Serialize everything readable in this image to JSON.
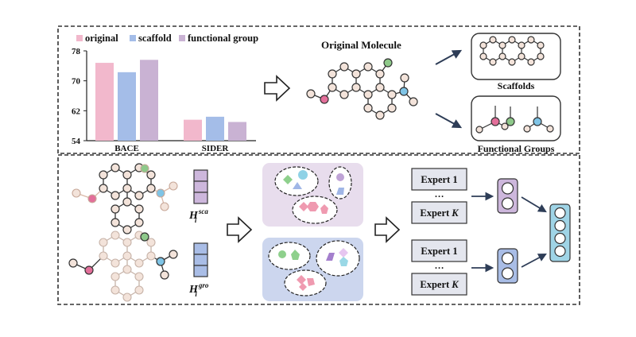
{
  "legend": [
    {
      "label": "original",
      "color": "#f2b8cc"
    },
    {
      "label": "scaffold",
      "color": "#a4bde8"
    },
    {
      "label": "functional group",
      "color": "#c9b2d3"
    }
  ],
  "chart_data": {
    "type": "bar",
    "categories": [
      "BACE",
      "SIDER"
    ],
    "series": [
      {
        "name": "original",
        "values": [
          74.8,
          59.6
        ]
      },
      {
        "name": "scaffold",
        "values": [
          72.3,
          60.4
        ]
      },
      {
        "name": "functional group",
        "values": [
          75.6,
          59.0
        ]
      }
    ],
    "yticks": [
      "78",
      "70",
      "62",
      "54"
    ],
    "ylim": [
      54,
      78
    ],
    "colors": [
      "#f2b8cc",
      "#a4bde8",
      "#c9b2d3"
    ]
  },
  "top": {
    "original_molecule": "Original Molecule",
    "scaffolds": "Scaffolds",
    "functional_groups": "Functional Groups"
  },
  "bottom": {
    "h_sca_base": "H",
    "h_sca_sub": "i",
    "h_sca_sup": "sca",
    "h_gro_base": "H",
    "h_gro_sub": "i",
    "h_gro_sup": "gro",
    "expert_1": "Expert 1",
    "expert_k_prefix": "Expert ",
    "expert_k_var": "K",
    "ellipsis": "…"
  },
  "colors": {
    "atom_pink": "#e36f9a",
    "atom_green": "#8ec98a",
    "atom_blue": "#7fc4e6",
    "atom_fill": "#f3e3da",
    "purple_vec": "#cdb7dc",
    "blue_vec": "#a9bde6",
    "output_vec": "#9fd4e6"
  }
}
